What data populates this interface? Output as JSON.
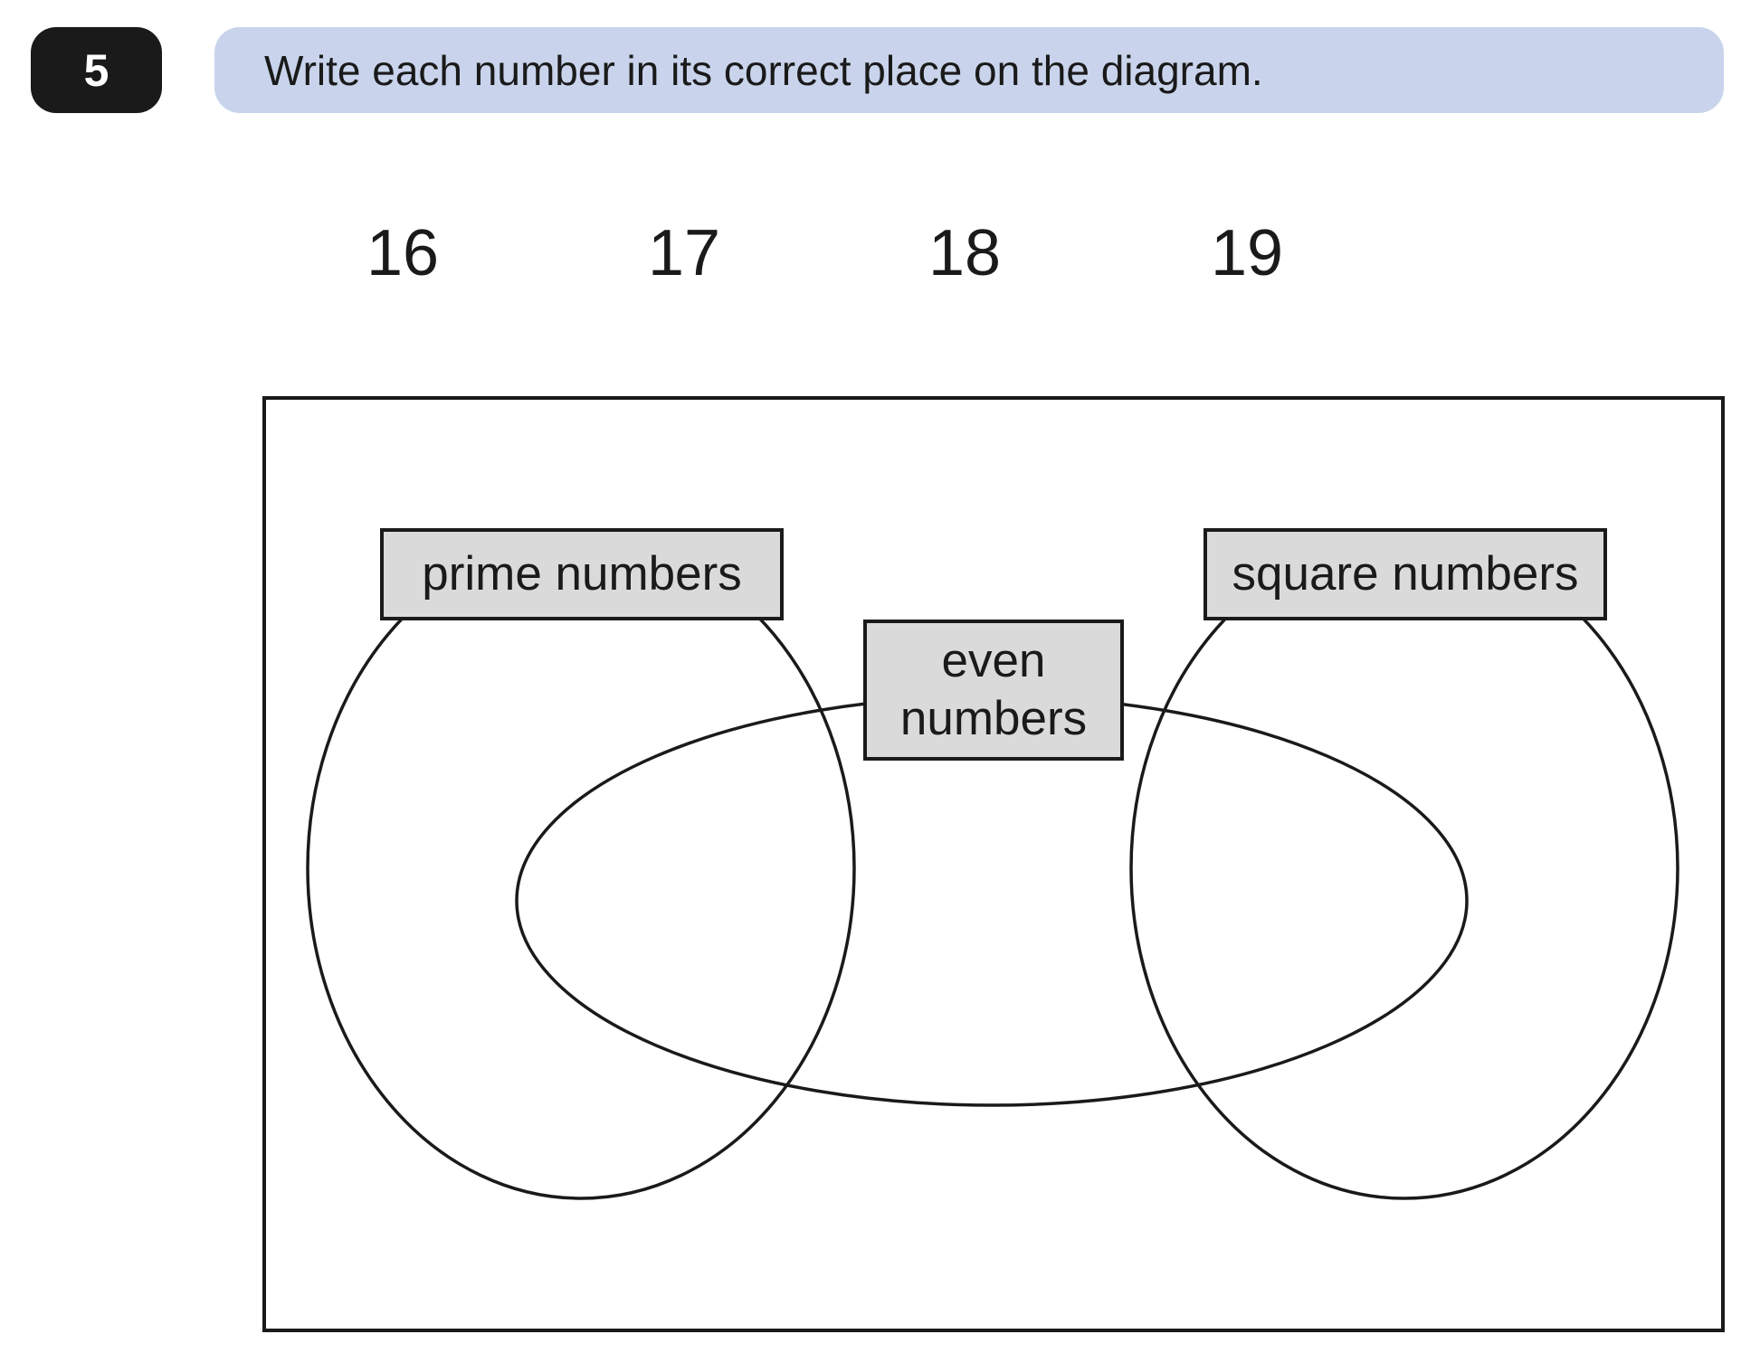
{
  "question": {
    "number": "5",
    "instruction": "Write each number in its correct place on the diagram."
  },
  "numbers": [
    "16",
    "17",
    "18",
    "19"
  ],
  "labels": {
    "prime": "prime numbers",
    "even_line1": "even",
    "even_line2": "numbers",
    "square": "square numbers"
  }
}
